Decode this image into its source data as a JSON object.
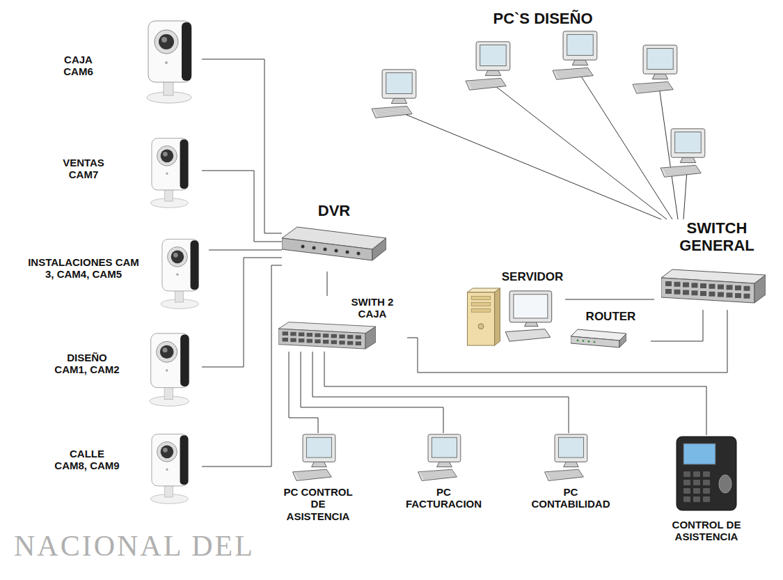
{
  "diagram": {
    "nodes": [
      {
        "text": [
          "PC`S DISEÑO"
        ]
      },
      {
        "text": [
          "CAJA CAM6"
        ]
      },
      {
        "text": [
          "VENTAS CAM7"
        ]
      },
      {
        "text": [
          "DVR"
        ]
      },
      {
        "text": [
          "SWITCH GENERAL"
        ]
      },
      {
        "text": [
          "INSTALACIONES CAM 3, CAM4, CAM5"
        ]
      },
      {
        "text": [
          "SERVIDOR"
        ]
      },
      {
        "text": [
          "SWITH 2 CAJA"
        ]
      },
      {
        "text": [
          "ROUTER"
        ]
      },
      {
        "text": [
          "DISEÑO CAM1, CAM2"
        ]
      },
      {
        "text": [
          "CALLE CAM8, CAM9"
        ]
      },
      {
        "text": [
          "PC CONTROL DE ASISTENCIA"
        ]
      },
      {
        "text": [
          "PC FACTURACION"
        ]
      },
      {
        "text": [
          "PC CONTABILIDAD"
        ]
      },
      {
        "text": [
          "CONTROL DE ASISTENCIA"
        ]
      }
    ],
    "edges": [
      {
        "from": 1,
        "to": 3,
        "arrow": "none"
      },
      {
        "from": 2,
        "to": 3,
        "arrow": "none"
      },
      {
        "from": 5,
        "to": 3,
        "arrow": "none"
      },
      {
        "from": 9,
        "to": 3,
        "arrow": "none"
      },
      {
        "from": 10,
        "to": 3,
        "arrow": "none"
      },
      {
        "from": 3,
        "to": 7,
        "arrow": "none"
      },
      {
        "from": 0,
        "to": 4,
        "arrow": "none"
      },
      {
        "from": 0,
        "to": 4,
        "arrow": "none"
      },
      {
        "from": 0,
        "to": 4,
        "arrow": "none"
      },
      {
        "from": 0,
        "to": 4,
        "arrow": "none"
      },
      {
        "from": 0,
        "to": 4,
        "arrow": "none"
      },
      {
        "from": 7,
        "to": 11,
        "arrow": "none"
      },
      {
        "from": 7,
        "to": 12,
        "arrow": "none"
      },
      {
        "from": 7,
        "to": 13,
        "arrow": "none"
      },
      {
        "from": 7,
        "to": 14,
        "arrow": "none"
      },
      {
        "from": 7,
        "to": 4,
        "arrow": "none"
      },
      {
        "from": 6,
        "to": 4,
        "arrow": "none"
      },
      {
        "from": 8,
        "to": 4,
        "arrow": "none"
      }
    ],
    "labels": [
      "NACIONAL DEL"
    ]
  }
}
